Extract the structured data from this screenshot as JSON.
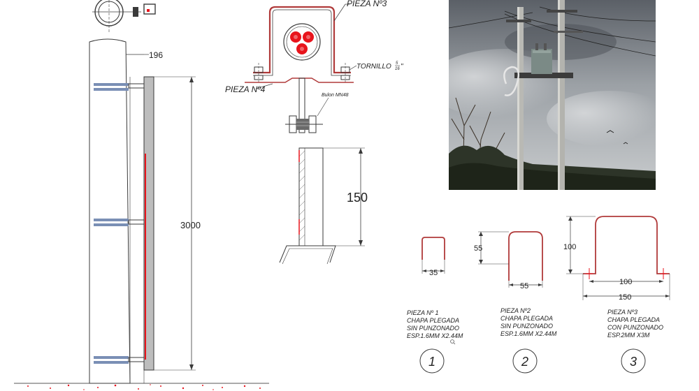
{
  "dimensions": {
    "bracket_offset": "196",
    "mast_height": "3000",
    "channel_height": "150",
    "piece1_width": "35",
    "piece2_height": "55",
    "piece2_width": "55",
    "piece3_height": "100",
    "piece3_inner": "100",
    "piece3_width": "150"
  },
  "labels": {
    "pieza3": "PIEZA Nº3",
    "pieza4": "PIEZA Nº4",
    "tornillo": "TORNILLO",
    "tornillo_num": "5",
    "tornillo_den": "16",
    "tornillo_unit": "\"",
    "bulon": "Bulon MN48"
  },
  "pieces": [
    {
      "number": "1",
      "lines": [
        "PIEZA Nº 1",
        "CHAPA PLEGADA",
        "SIN PUNZONADO",
        "ESP.1.6MM X2.44M"
      ]
    },
    {
      "number": "2",
      "lines": [
        "PIEZA Nº2",
        "CHAPA PLEGADA",
        "SIN PUNZONADO",
        "ESP.1.6MM X2.44M"
      ]
    },
    {
      "number": "3",
      "lines": [
        "PIEZA Nº3",
        "CHAPA PLEGADA",
        "CON PUNZONADO",
        "ESP.2MM X3M"
      ]
    }
  ],
  "colors": {
    "accent_red": "#e8141c",
    "line": "#3a3a3a",
    "steel_blue": "#7a8fb5"
  }
}
